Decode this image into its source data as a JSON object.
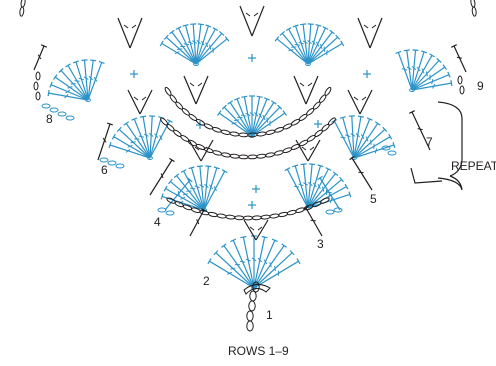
{
  "diagram": {
    "caption": "ROWS 1–9",
    "repeat_label": "REPEAT",
    "row_labels": [
      "1",
      "2",
      "3",
      "4",
      "5",
      "6",
      "7",
      "8",
      "9"
    ],
    "colors": {
      "black_stitches": "#231f20",
      "blue_stitches": "#2b93c9",
      "background": "#ffffff"
    }
  }
}
